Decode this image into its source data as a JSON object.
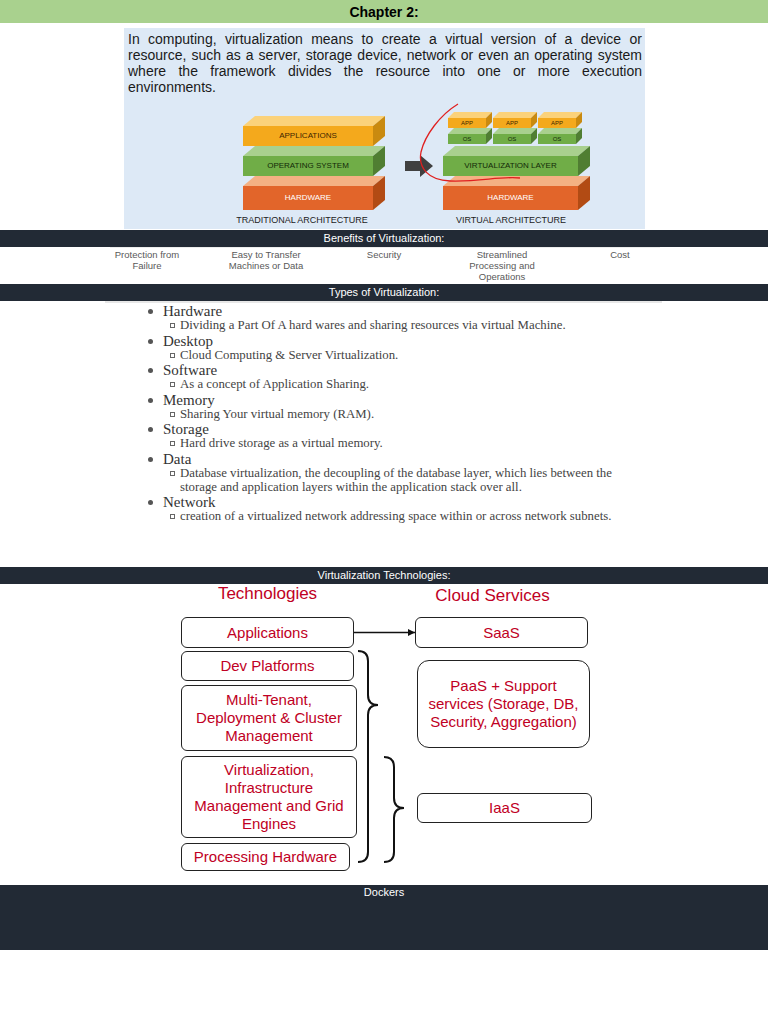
{
  "diagram": {
    "title": "Chapter 2:",
    "nodes": [
      {
        "text": [
          "APPLICATIONS"
        ]
      },
      {
        "text": [
          "OPERATING SYSTEM"
        ]
      },
      {
        "text": [
          "HARDWARE"
        ]
      },
      {
        "text": [
          "APP"
        ]
      },
      {
        "text": [
          "OS"
        ]
      },
      {
        "text": [
          "APP"
        ]
      },
      {
        "text": [
          "OS"
        ]
      },
      {
        "text": [
          "APP"
        ]
      },
      {
        "text": [
          "OS"
        ]
      },
      {
        "text": [
          "VIRTUALIZATION LAYER"
        ]
      },
      {
        "text": [
          "HARDWARE"
        ]
      },
      {
        "text": [
          "Benefits of Virtualization:"
        ]
      },
      {
        "text": [
          "Types of Virtualization:"
        ]
      },
      {
        "text": [
          "Virtualization Technologies:"
        ]
      },
      {
        "text": [
          "Applications"
        ]
      },
      {
        "text": [
          "SaaS"
        ]
      },
      {
        "text": [
          "Dev Platforms"
        ]
      },
      {
        "text": [
          "Multi-Tenant, Deployment & Cluster Management"
        ]
      },
      {
        "text": [
          "PaaS + Support services (Storage, DB, Security, Aggregation)"
        ]
      },
      {
        "text": [
          "Virtualization, Infrastructure Management and Grid Engines"
        ]
      },
      {
        "text": [
          "IaaS"
        ]
      },
      {
        "text": [
          "Processing Hardware"
        ]
      },
      {
        "text": [
          "Dockers"
        ]
      }
    ],
    "edges": [
      {
        "from": 14,
        "to": 15,
        "arrow": "to"
      }
    ],
    "labels": [
      "In computing, virtualization means to create a virtual version of a device or resource, such as a server, storage device, network or even an operating system where the framework divides the resource into one or more execution environments.",
      "TRADITIONAL ARCHITECTURE",
      "VIRTUAL ARCHITECTURE",
      "Protection from Failure",
      "Easy to Transfer Machines or Data",
      "Security",
      "Streamlined Processing and Operations",
      "Cost",
      "Hardware",
      "Dividing a Part Of A hard wares and sharing resources via virtual Machine.",
      "Desktop",
      "Cloud Computing & Server Virtualization.",
      "Software",
      "As a concept of Application Sharing.",
      "Memory",
      "Sharing Your virtual memory (RAM).",
      "Storage",
      "Hard drive storage as a virtual memory.",
      "Data",
      "Database virtualization, the decoupling of the database layer, which lies between the storage and application layers within the application stack over all.",
      "Network",
      "creation of a virtualized network addressing space within or across network subnets.",
      "Technologies",
      "Cloud Services"
    ]
  }
}
